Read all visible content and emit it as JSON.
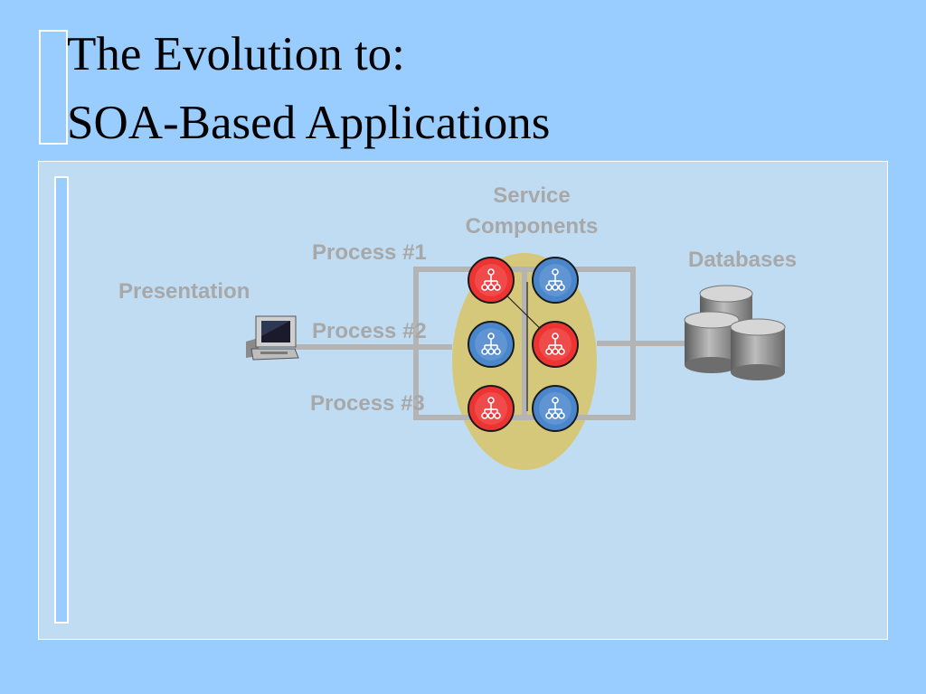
{
  "slide": {
    "title_line1": "The Evolution to:",
    "title_line2": "SOA-Based Applications"
  },
  "diagram": {
    "presentation_label": "Presentation",
    "service_components_line1": "Service",
    "service_components_line2": "Components",
    "databases_label": "Databases",
    "processes": [
      {
        "label": "Process #1"
      },
      {
        "label": "Process #2"
      },
      {
        "label": "Process #3"
      }
    ],
    "components": [
      {
        "color": "#ee3333",
        "status": "active"
      },
      {
        "color": "#4a86cc",
        "status": "idle"
      },
      {
        "color": "#4a86cc",
        "status": "idle"
      },
      {
        "color": "#ee3333",
        "status": "active"
      },
      {
        "color": "#ee3333",
        "status": "active"
      },
      {
        "color": "#4a86cc",
        "status": "idle"
      }
    ],
    "colors": {
      "label_text": "#a8a8a8",
      "connector": "#b4b4b4",
      "ellipse": "#d6c87a",
      "active_component": "#ee3333",
      "idle_component": "#4a86cc"
    }
  }
}
